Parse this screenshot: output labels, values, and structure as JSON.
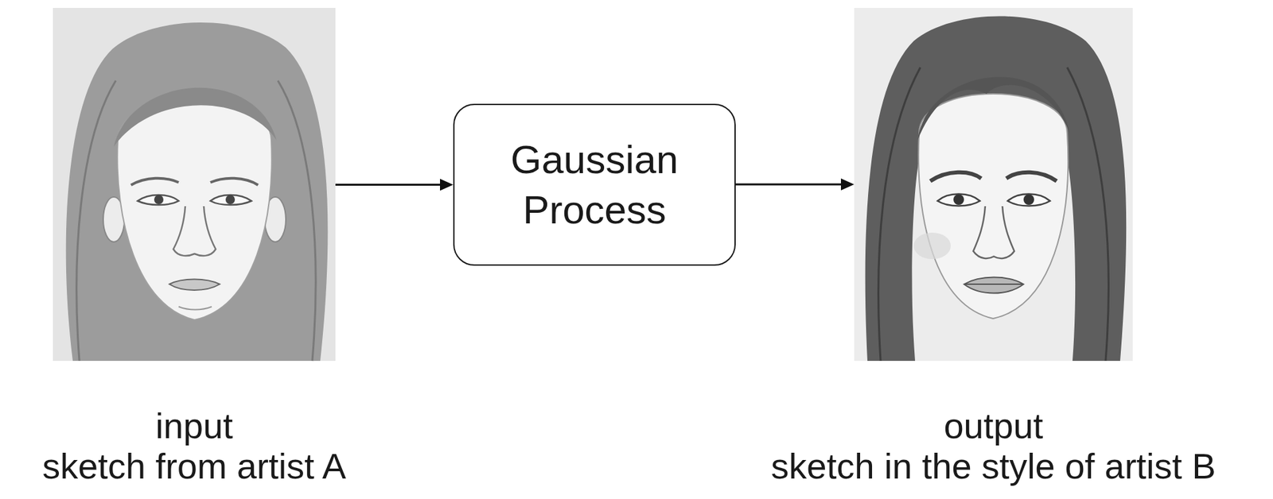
{
  "diagram": {
    "nodes": [
      {
        "text": [
          "input",
          "sketch from artist A"
        ]
      },
      {
        "text": [
          "Gaussian Process"
        ]
      },
      {
        "text": [
          "output",
          "sketch in the style of artist B"
        ]
      }
    ],
    "edges": [
      {
        "from": 0,
        "to": 1,
        "arrow": "to"
      },
      {
        "from": 1,
        "to": 2,
        "arrow": "to"
      }
    ]
  }
}
